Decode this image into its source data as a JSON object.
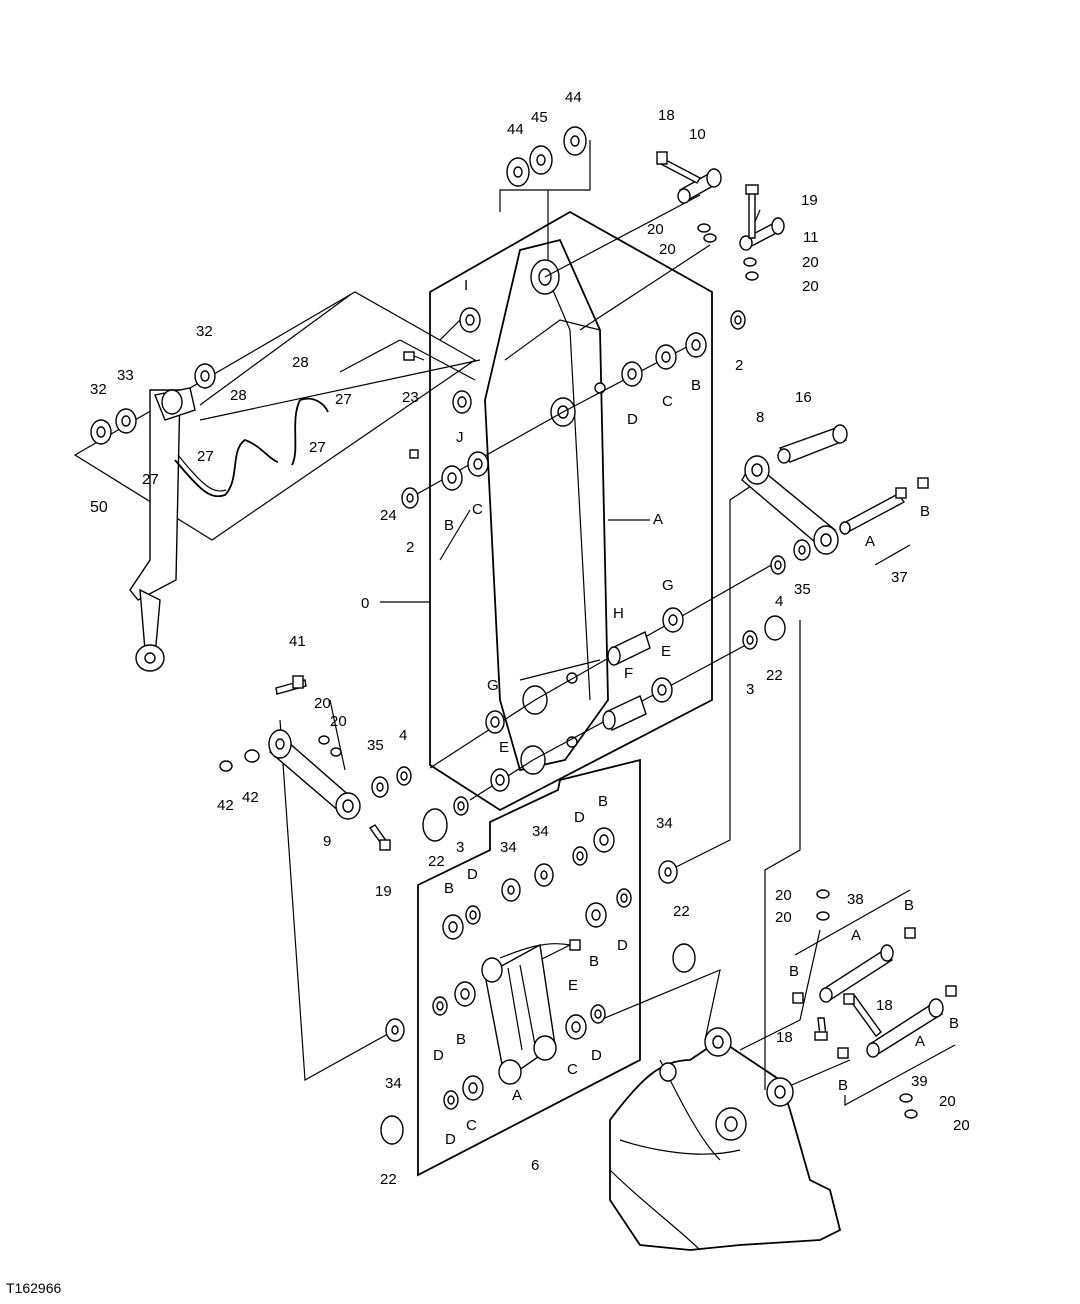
{
  "figure_id": "T162966",
  "labels": [
    {
      "id": "l44a",
      "text": "44"
    },
    {
      "id": "l45",
      "text": "45"
    },
    {
      "id": "l44b",
      "text": "44"
    },
    {
      "id": "l18a",
      "text": "18"
    },
    {
      "id": "l10",
      "text": "10"
    },
    {
      "id": "l19a",
      "text": "19"
    },
    {
      "id": "l20a",
      "text": "20"
    },
    {
      "id": "l20b",
      "text": "20"
    },
    {
      "id": "l11",
      "text": "11"
    },
    {
      "id": "l20c",
      "text": "20"
    },
    {
      "id": "l20d",
      "text": "20"
    },
    {
      "id": "lI",
      "text": "I"
    },
    {
      "id": "lJ",
      "text": "J"
    },
    {
      "id": "l2a",
      "text": "2"
    },
    {
      "id": "lBa",
      "text": "B"
    },
    {
      "id": "lCa",
      "text": "C"
    },
    {
      "id": "lDa",
      "text": "D"
    },
    {
      "id": "l2b",
      "text": "2"
    },
    {
      "id": "lBb",
      "text": "B"
    },
    {
      "id": "lCb",
      "text": "C"
    },
    {
      "id": "l23",
      "text": "23"
    },
    {
      "id": "l24",
      "text": "24"
    },
    {
      "id": "l32a",
      "text": "32"
    },
    {
      "id": "l32b",
      "text": "32"
    },
    {
      "id": "l33",
      "text": "33"
    },
    {
      "id": "l28a",
      "text": "28"
    },
    {
      "id": "l28b",
      "text": "28"
    },
    {
      "id": "l27a",
      "text": "27"
    },
    {
      "id": "l27b",
      "text": "27"
    },
    {
      "id": "l27c",
      "text": "27"
    },
    {
      "id": "l27d",
      "text": "27"
    },
    {
      "id": "l50",
      "text": "50"
    },
    {
      "id": "lA1",
      "text": "A"
    },
    {
      "id": "l0",
      "text": "0"
    },
    {
      "id": "l8",
      "text": "8"
    },
    {
      "id": "l16",
      "text": "16"
    },
    {
      "id": "lAb",
      "text": "A"
    },
    {
      "id": "lBc",
      "text": "B"
    },
    {
      "id": "l37",
      "text": "37"
    },
    {
      "id": "l4a",
      "text": "4"
    },
    {
      "id": "l35a",
      "text": "35"
    },
    {
      "id": "lG1",
      "text": "G"
    },
    {
      "id": "lH",
      "text": "H"
    },
    {
      "id": "lE1",
      "text": "E"
    },
    {
      "id": "lF",
      "text": "F"
    },
    {
      "id": "l3a",
      "text": "3"
    },
    {
      "id": "l22a",
      "text": "22"
    },
    {
      "id": "lG2",
      "text": "G"
    },
    {
      "id": "lE2",
      "text": "E"
    },
    {
      "id": "l41",
      "text": "41"
    },
    {
      "id": "l20e",
      "text": "20"
    },
    {
      "id": "l20f",
      "text": "20"
    },
    {
      "id": "l35b",
      "text": "35"
    },
    {
      "id": "l4b",
      "text": "4"
    },
    {
      "id": "l42a",
      "text": "42"
    },
    {
      "id": "l42b",
      "text": "42"
    },
    {
      "id": "l9",
      "text": "9"
    },
    {
      "id": "l19b",
      "text": "19"
    },
    {
      "id": "l22b",
      "text": "22"
    },
    {
      "id": "l3b",
      "text": "3"
    },
    {
      "id": "l34a",
      "text": "34"
    },
    {
      "id": "l34b",
      "text": "34"
    },
    {
      "id": "l34c",
      "text": "34"
    },
    {
      "id": "l34d",
      "text": "34"
    },
    {
      "id": "lDb",
      "text": "D"
    },
    {
      "id": "lBd",
      "text": "B"
    },
    {
      "id": "lBe",
      "text": "B"
    },
    {
      "id": "lDc",
      "text": "D"
    },
    {
      "id": "lDd",
      "text": "D"
    },
    {
      "id": "lBf",
      "text": "B"
    },
    {
      "id": "lEc",
      "text": "E"
    },
    {
      "id": "l22c",
      "text": "22"
    },
    {
      "id": "lDe",
      "text": "D"
    },
    {
      "id": "lBg",
      "text": "B"
    },
    {
      "id": "lCc",
      "text": "C"
    },
    {
      "id": "lDf",
      "text": "D"
    },
    {
      "id": "lAc",
      "text": "A"
    },
    {
      "id": "lDg",
      "text": "D"
    },
    {
      "id": "lCd",
      "text": "C"
    },
    {
      "id": "l6",
      "text": "6"
    },
    {
      "id": "l22d",
      "text": "22"
    },
    {
      "id": "l20g",
      "text": "20"
    },
    {
      "id": "l20h",
      "text": "20"
    },
    {
      "id": "l38",
      "text": "38"
    },
    {
      "id": "lAd",
      "text": "A"
    },
    {
      "id": "lBh",
      "text": "B"
    },
    {
      "id": "lBi",
      "text": "B"
    },
    {
      "id": "l18b",
      "text": "18"
    },
    {
      "id": "l18c",
      "text": "18"
    },
    {
      "id": "lBj",
      "text": "B"
    },
    {
      "id": "lAe",
      "text": "A"
    },
    {
      "id": "lBk",
      "text": "B"
    },
    {
      "id": "l39",
      "text": "39"
    },
    {
      "id": "l20i",
      "text": "20"
    },
    {
      "id": "l20j",
      "text": "20"
    }
  ]
}
